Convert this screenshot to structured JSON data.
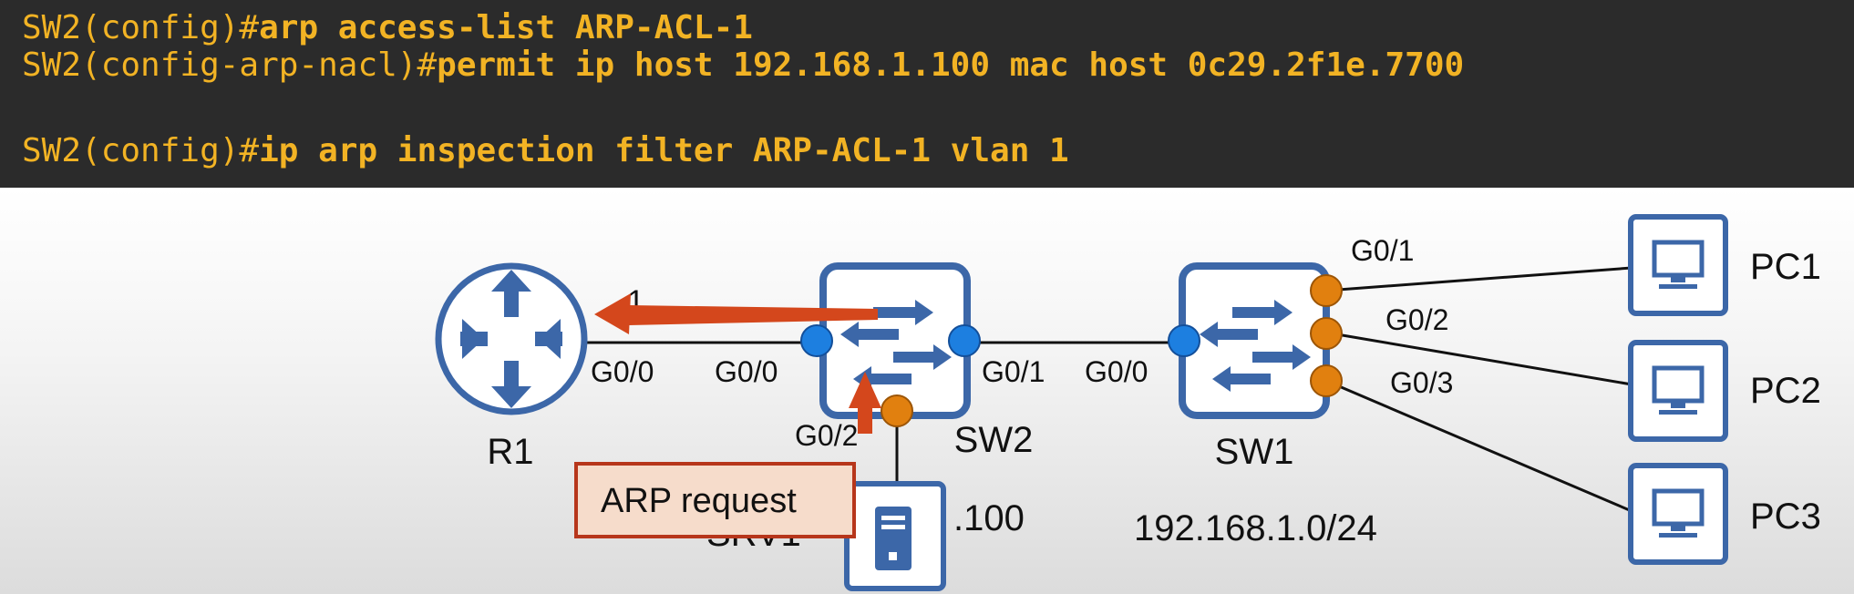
{
  "terminal": {
    "lines": [
      {
        "prompt": "SW2(config)#",
        "command": "arp access-list ARP-ACL-1"
      },
      {
        "prompt": "SW2(config-arp-nacl)#",
        "command": "permit ip host 192.168.1.100 mac host 0c29.2f1e.7700"
      },
      {
        "prompt": "SW2(config)#",
        "command": "ip arp inspection filter ARP-ACL-1 vlan 1"
      }
    ]
  },
  "diagram": {
    "devices": {
      "r1": "R1",
      "sw2": "SW2",
      "sw1": "SW1",
      "pc1": "PC1",
      "pc2": "PC2",
      "pc3": "PC3",
      "srv1": "SRV1"
    },
    "interfaces": {
      "r1_g00": "G0/0",
      "sw2_g00": "G0/0",
      "sw2_g01": "G0/1",
      "sw2_g02": "G0/2",
      "sw1_g00": "G0/0",
      "sw1_g01": "G0/1",
      "sw1_g02": "G0/2",
      "sw1_g03": "G0/3"
    },
    "step_number": "1",
    "srv_host": ".100",
    "subnet": "192.168.1.0/24",
    "callout": "ARP request"
  },
  "colors": {
    "terminal_bg": "#2b2b2b",
    "terminal_text": "#f2b324",
    "device_blue": "#3c67a8",
    "port_blue": "#1d7fe0",
    "port_orange": "#e1800f",
    "arrow_red": "#d4471c",
    "callout_fill": "#f6dccb",
    "callout_border": "#b7361b"
  },
  "icons": [
    "router-icon",
    "switch-icon",
    "pc-icon",
    "server-icon"
  ]
}
